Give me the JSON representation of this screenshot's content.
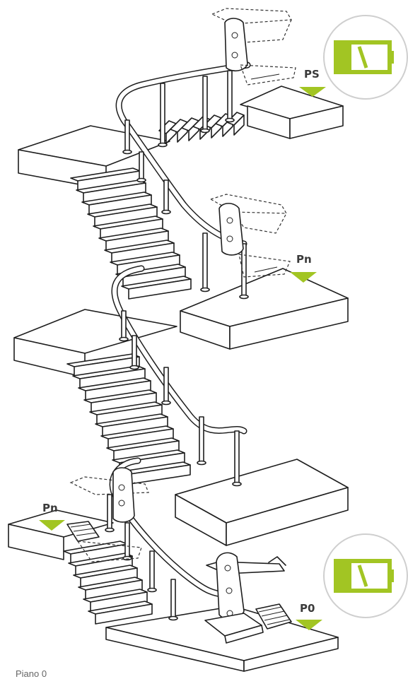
{
  "floor_labels": {
    "top": "PS",
    "upper_intermediate": "Pn",
    "lower_intermediate": "Pn",
    "ground": "P0"
  },
  "caption": "Piano 0",
  "colors": {
    "marker": "#a2c523",
    "battery_fill": "#a2c523",
    "line": "#1e1e1e"
  },
  "icons": {
    "battery_top": "battery-low-icon",
    "battery_bottom": "battery-low-icon"
  }
}
